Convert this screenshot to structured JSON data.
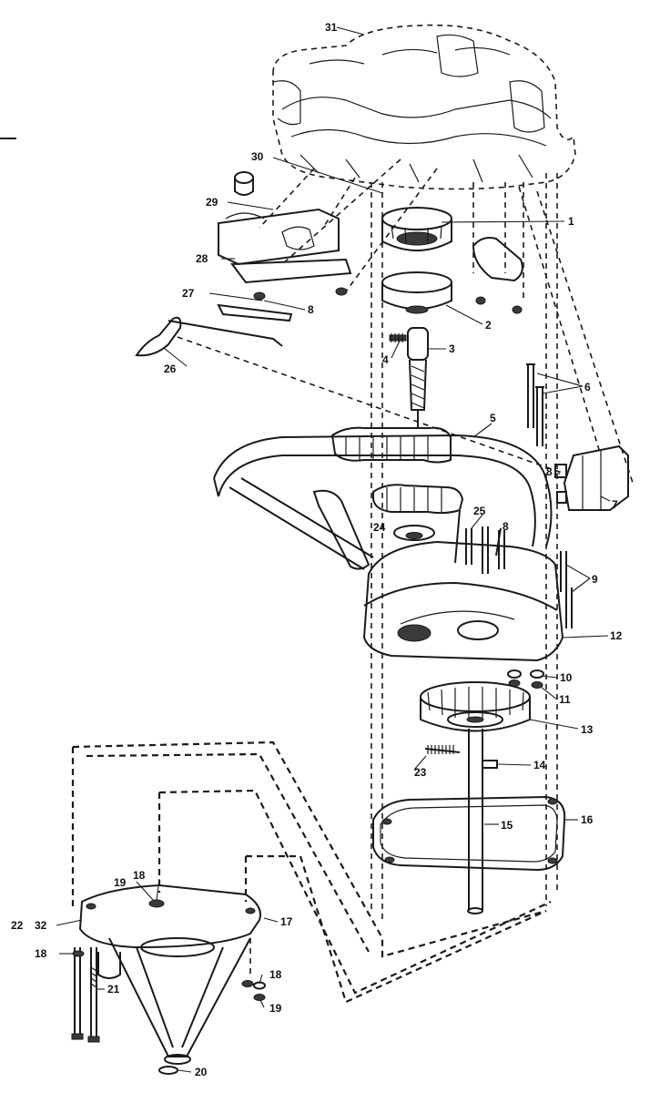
{
  "callouts": [
    {
      "id": "1",
      "label": "1"
    },
    {
      "id": "2",
      "label": "2"
    },
    {
      "id": "3",
      "label": "3"
    },
    {
      "id": "4",
      "label": "4"
    },
    {
      "id": "5",
      "label": "5"
    },
    {
      "id": "6",
      "label": "6"
    },
    {
      "id": "7",
      "label": "7"
    },
    {
      "id": "8a",
      "label": "8"
    },
    {
      "id": "8b",
      "label": "8"
    },
    {
      "id": "8c",
      "label": "8"
    },
    {
      "id": "9",
      "label": "9"
    },
    {
      "id": "10",
      "label": "10"
    },
    {
      "id": "11",
      "label": "11"
    },
    {
      "id": "12",
      "label": "12"
    },
    {
      "id": "13",
      "label": "13"
    },
    {
      "id": "14",
      "label": "14"
    },
    {
      "id": "15",
      "label": "15"
    },
    {
      "id": "16",
      "label": "16"
    },
    {
      "id": "17",
      "label": "17"
    },
    {
      "id": "18a",
      "label": "18"
    },
    {
      "id": "18b",
      "label": "18"
    },
    {
      "id": "18c",
      "label": "18"
    },
    {
      "id": "19a",
      "label": "19"
    },
    {
      "id": "19b",
      "label": "19"
    },
    {
      "id": "20",
      "label": "20"
    },
    {
      "id": "21",
      "label": "21"
    },
    {
      "id": "22",
      "label": "22"
    },
    {
      "id": "23",
      "label": "23"
    },
    {
      "id": "24",
      "label": "24"
    },
    {
      "id": "25",
      "label": "25"
    },
    {
      "id": "26",
      "label": "26"
    },
    {
      "id": "27",
      "label": "27"
    },
    {
      "id": "28",
      "label": "28"
    },
    {
      "id": "29",
      "label": "29"
    },
    {
      "id": "30",
      "label": "30"
    },
    {
      "id": "31",
      "label": "31"
    },
    {
      "id": "32",
      "label": "32"
    }
  ]
}
